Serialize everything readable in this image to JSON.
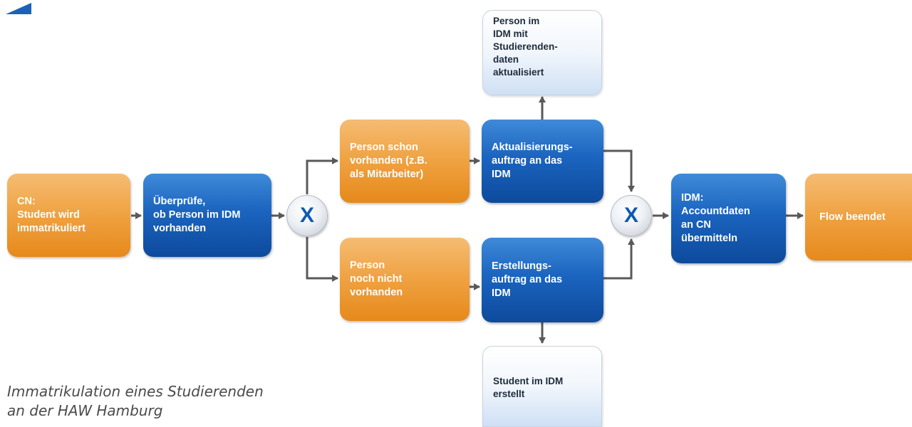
{
  "nodes": {
    "cn_start": "CN:\nStudent wird\nimmatrikuliert",
    "check_person": "Überprüfe,\nob Person im IDM\nvorhanden",
    "person_exists": "Person schon\nvorhanden (z.B.\nals Mitarbeiter)",
    "person_not_exists": "Person\nnoch nicht\nvorhanden",
    "update_order": "Aktualisierungs-\nauftrag an das\nIDM",
    "create_order": "Erstellungs-\nauftrag an das\nIDM",
    "updated_result": "Person im\nIDM mit\nStudierenden-\ndaten\naktualisiert",
    "created_result": "Student im IDM\nerstellt",
    "send_account": "IDM:\nAccountdaten\nan CN\nübermitteln",
    "flow_end": "Flow beendet"
  },
  "gateways": {
    "split": "X",
    "merge": "X"
  },
  "caption": {
    "line1": "Immatrikulation eines Studierenden",
    "line2": "an der HAW Hamburg"
  },
  "colors": {
    "orange": "#f0a445",
    "blue": "#1b64bf",
    "light": "#e8f0fa",
    "connector": "#595959",
    "gateway_mark": "#1059b3"
  }
}
